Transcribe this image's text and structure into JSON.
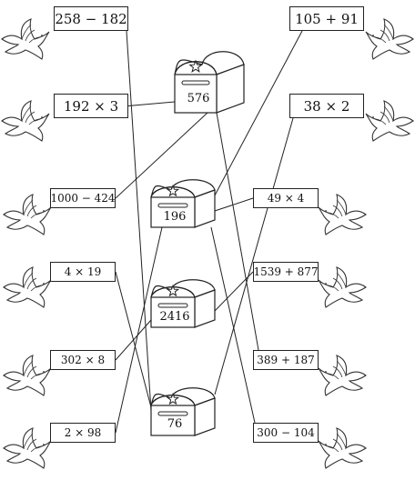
{
  "expressions_left": [
    {
      "id": "l1",
      "text": "258 − 182"
    },
    {
      "id": "l2",
      "text": "192 × 3"
    },
    {
      "id": "l3",
      "text": "1000 − 424"
    },
    {
      "id": "l4",
      "text": "4 × 19"
    },
    {
      "id": "l5",
      "text": "302 × 8"
    },
    {
      "id": "l6",
      "text": "2 × 98"
    }
  ],
  "expressions_right": [
    {
      "id": "r1",
      "text": "105 + 91"
    },
    {
      "id": "r2",
      "text": "38 × 2"
    },
    {
      "id": "r3",
      "text": "49 × 4"
    },
    {
      "id": "r4",
      "text": "1539 + 877"
    },
    {
      "id": "r5",
      "text": "389 + 187"
    },
    {
      "id": "r6",
      "text": "300 − 104"
    }
  ],
  "mailboxes": [
    {
      "id": "m1",
      "number": "576"
    },
    {
      "id": "m2",
      "number": "196"
    },
    {
      "id": "m3",
      "number": "2416"
    },
    {
      "id": "m4",
      "number": "76"
    }
  ],
  "connections": [
    {
      "from": "l1",
      "to": "m4"
    },
    {
      "from": "l2",
      "to": "m1"
    },
    {
      "from": "l3",
      "to": "m1"
    },
    {
      "from": "l4",
      "to": "m4"
    },
    {
      "from": "l5",
      "to": "m3"
    },
    {
      "from": "l6",
      "to": "m2"
    },
    {
      "from": "r1",
      "to": "m2"
    },
    {
      "from": "r2",
      "to": "m4"
    },
    {
      "from": "r3",
      "to": "m2"
    },
    {
      "from": "r4",
      "to": "m3"
    },
    {
      "from": "r5",
      "to": "m1"
    },
    {
      "from": "r6",
      "to": "m2"
    }
  ],
  "icons": {
    "bird": "dove-icon",
    "mailbox": "mailbox-icon",
    "star": "star-icon"
  }
}
